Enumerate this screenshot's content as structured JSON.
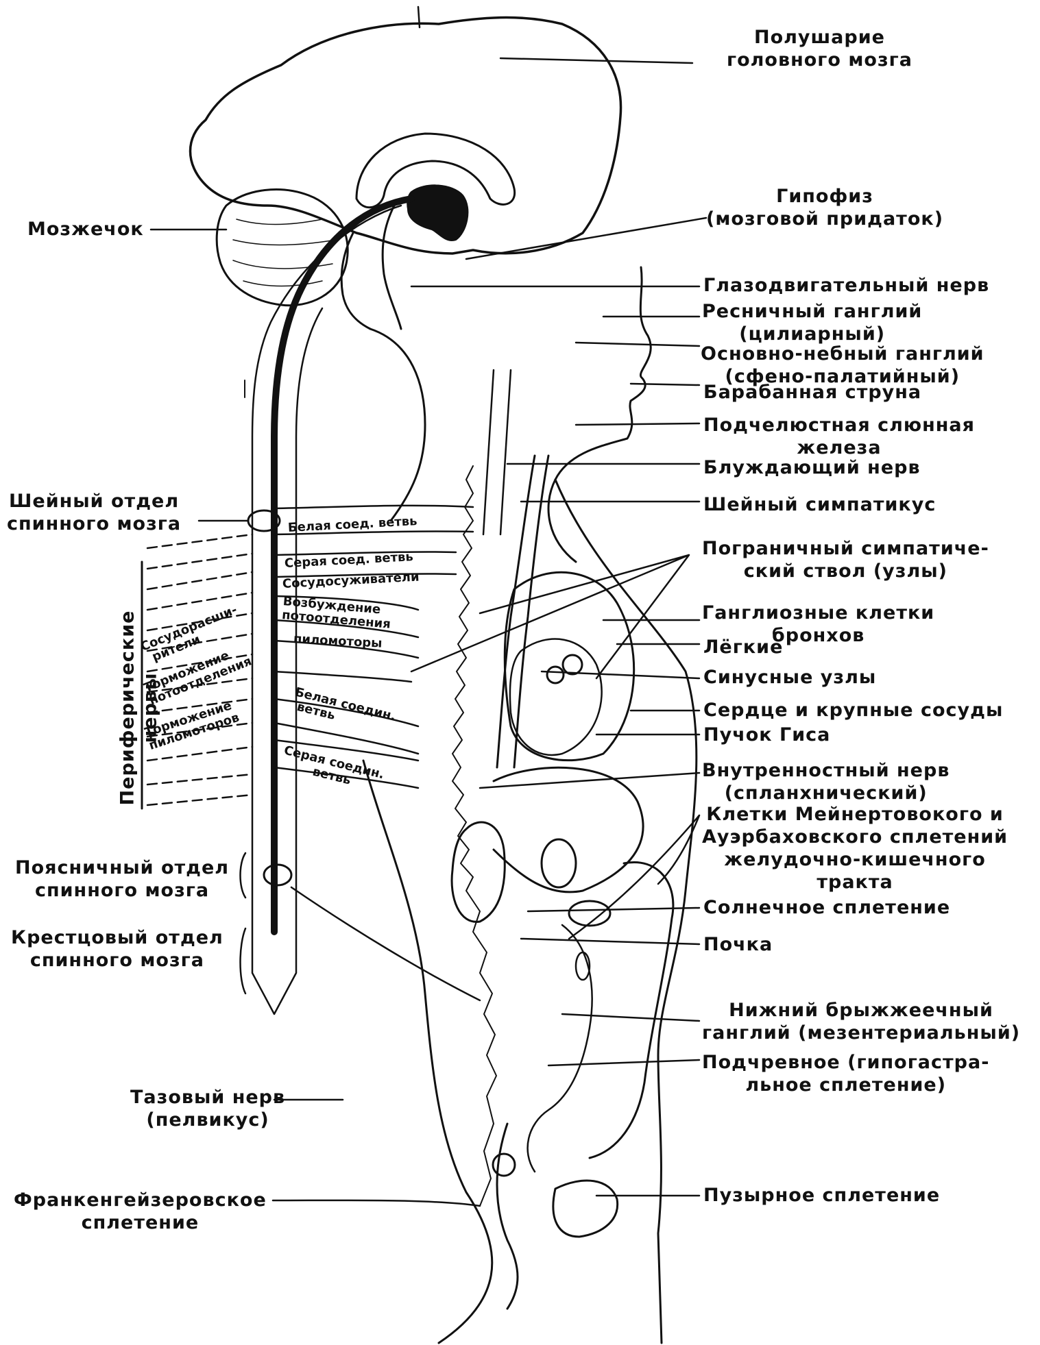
{
  "labels": {
    "hemisphere": [
      "Полушарие",
      "головного мозга"
    ],
    "cerebellum": "Мозжечок",
    "hypophysis": [
      "Гипофиз",
      "(мозговой придаток)"
    ],
    "oculomotor": "Глазодвигательный нерв",
    "ciliary": [
      "Ресничный ганглий",
      "(цилиарный)"
    ],
    "sphenopalatine": [
      "Основно-небный ганглий",
      "(сфено-палатийный)"
    ],
    "chorda": "Барабанная струна",
    "submandibular": [
      "Подчелюстная слюнная",
      "железа"
    ],
    "vagus": "Блуждающий нерв",
    "cervical_sympathicus": "Шейный симпатикус",
    "border_trunk": [
      "Пограничный симпатиче-",
      "ский ствол (узлы)"
    ],
    "bronchial_ganglia": [
      "Ганглиозные клетки",
      "бронхов"
    ],
    "lungs": "Лёгкие",
    "sinus_nodes": "Синусные узлы",
    "heart": "Сердце и крупные сосуды",
    "his_bundle": "Пучок Гиса",
    "splanchnic": [
      "Внутренностный нерв",
      "(спланхнический)"
    ],
    "meissner": [
      "Клетки Мейнертовокого и",
      "Ауэрбаховского сплетений",
      "желудочно-кишечного",
      "тракта"
    ],
    "solar": "Солнечное сплетение",
    "kidney": "Почка",
    "mesenteric": [
      "Нижний брыжжеечный",
      "ганглий (мезентериальный)"
    ],
    "hypogastric": [
      "Подчревное (гипогастра-",
      "льное сплетение)"
    ],
    "vesical": "Пузырное сплетение",
    "cervical_cord": [
      "Шейный отдел",
      "спинного мозга"
    ],
    "peripheral_nerves": [
      "Периферические",
      "нервы"
    ],
    "lumbar_cord": [
      "Поясничный отдел",
      "спинного мозга"
    ],
    "sacral_cord": [
      "Крестцовый отдел",
      "спинного мозга"
    ],
    "pelvic_nerve": [
      "Тазовый нерв",
      "(пелвикус)"
    ],
    "frankenhauser": [
      "Франкенгейзеровское",
      "сплетение"
    ]
  },
  "fiber_labels": {
    "white_ramus_1": "Белая соед. ветвь",
    "gray_ramus_1": "Серая соед. ветвь",
    "vasoconstrictors": "Сосудосуживатели",
    "sweat_excitation": [
      "Возбуждение",
      "потоотделения"
    ],
    "pilomotors": "пиломоторы",
    "white_ramus_2": [
      "Белая соедин.",
      "ветвь"
    ],
    "gray_ramus_2": [
      "Серая соедин.",
      "ветвь"
    ],
    "vasodilators": [
      "Сосудорасши-",
      "рители"
    ],
    "sweat_inhibition": [
      "Торможение",
      "потоотделения"
    ],
    "pilo_inhibition": [
      "Торможение",
      "пиломоторов"
    ]
  }
}
